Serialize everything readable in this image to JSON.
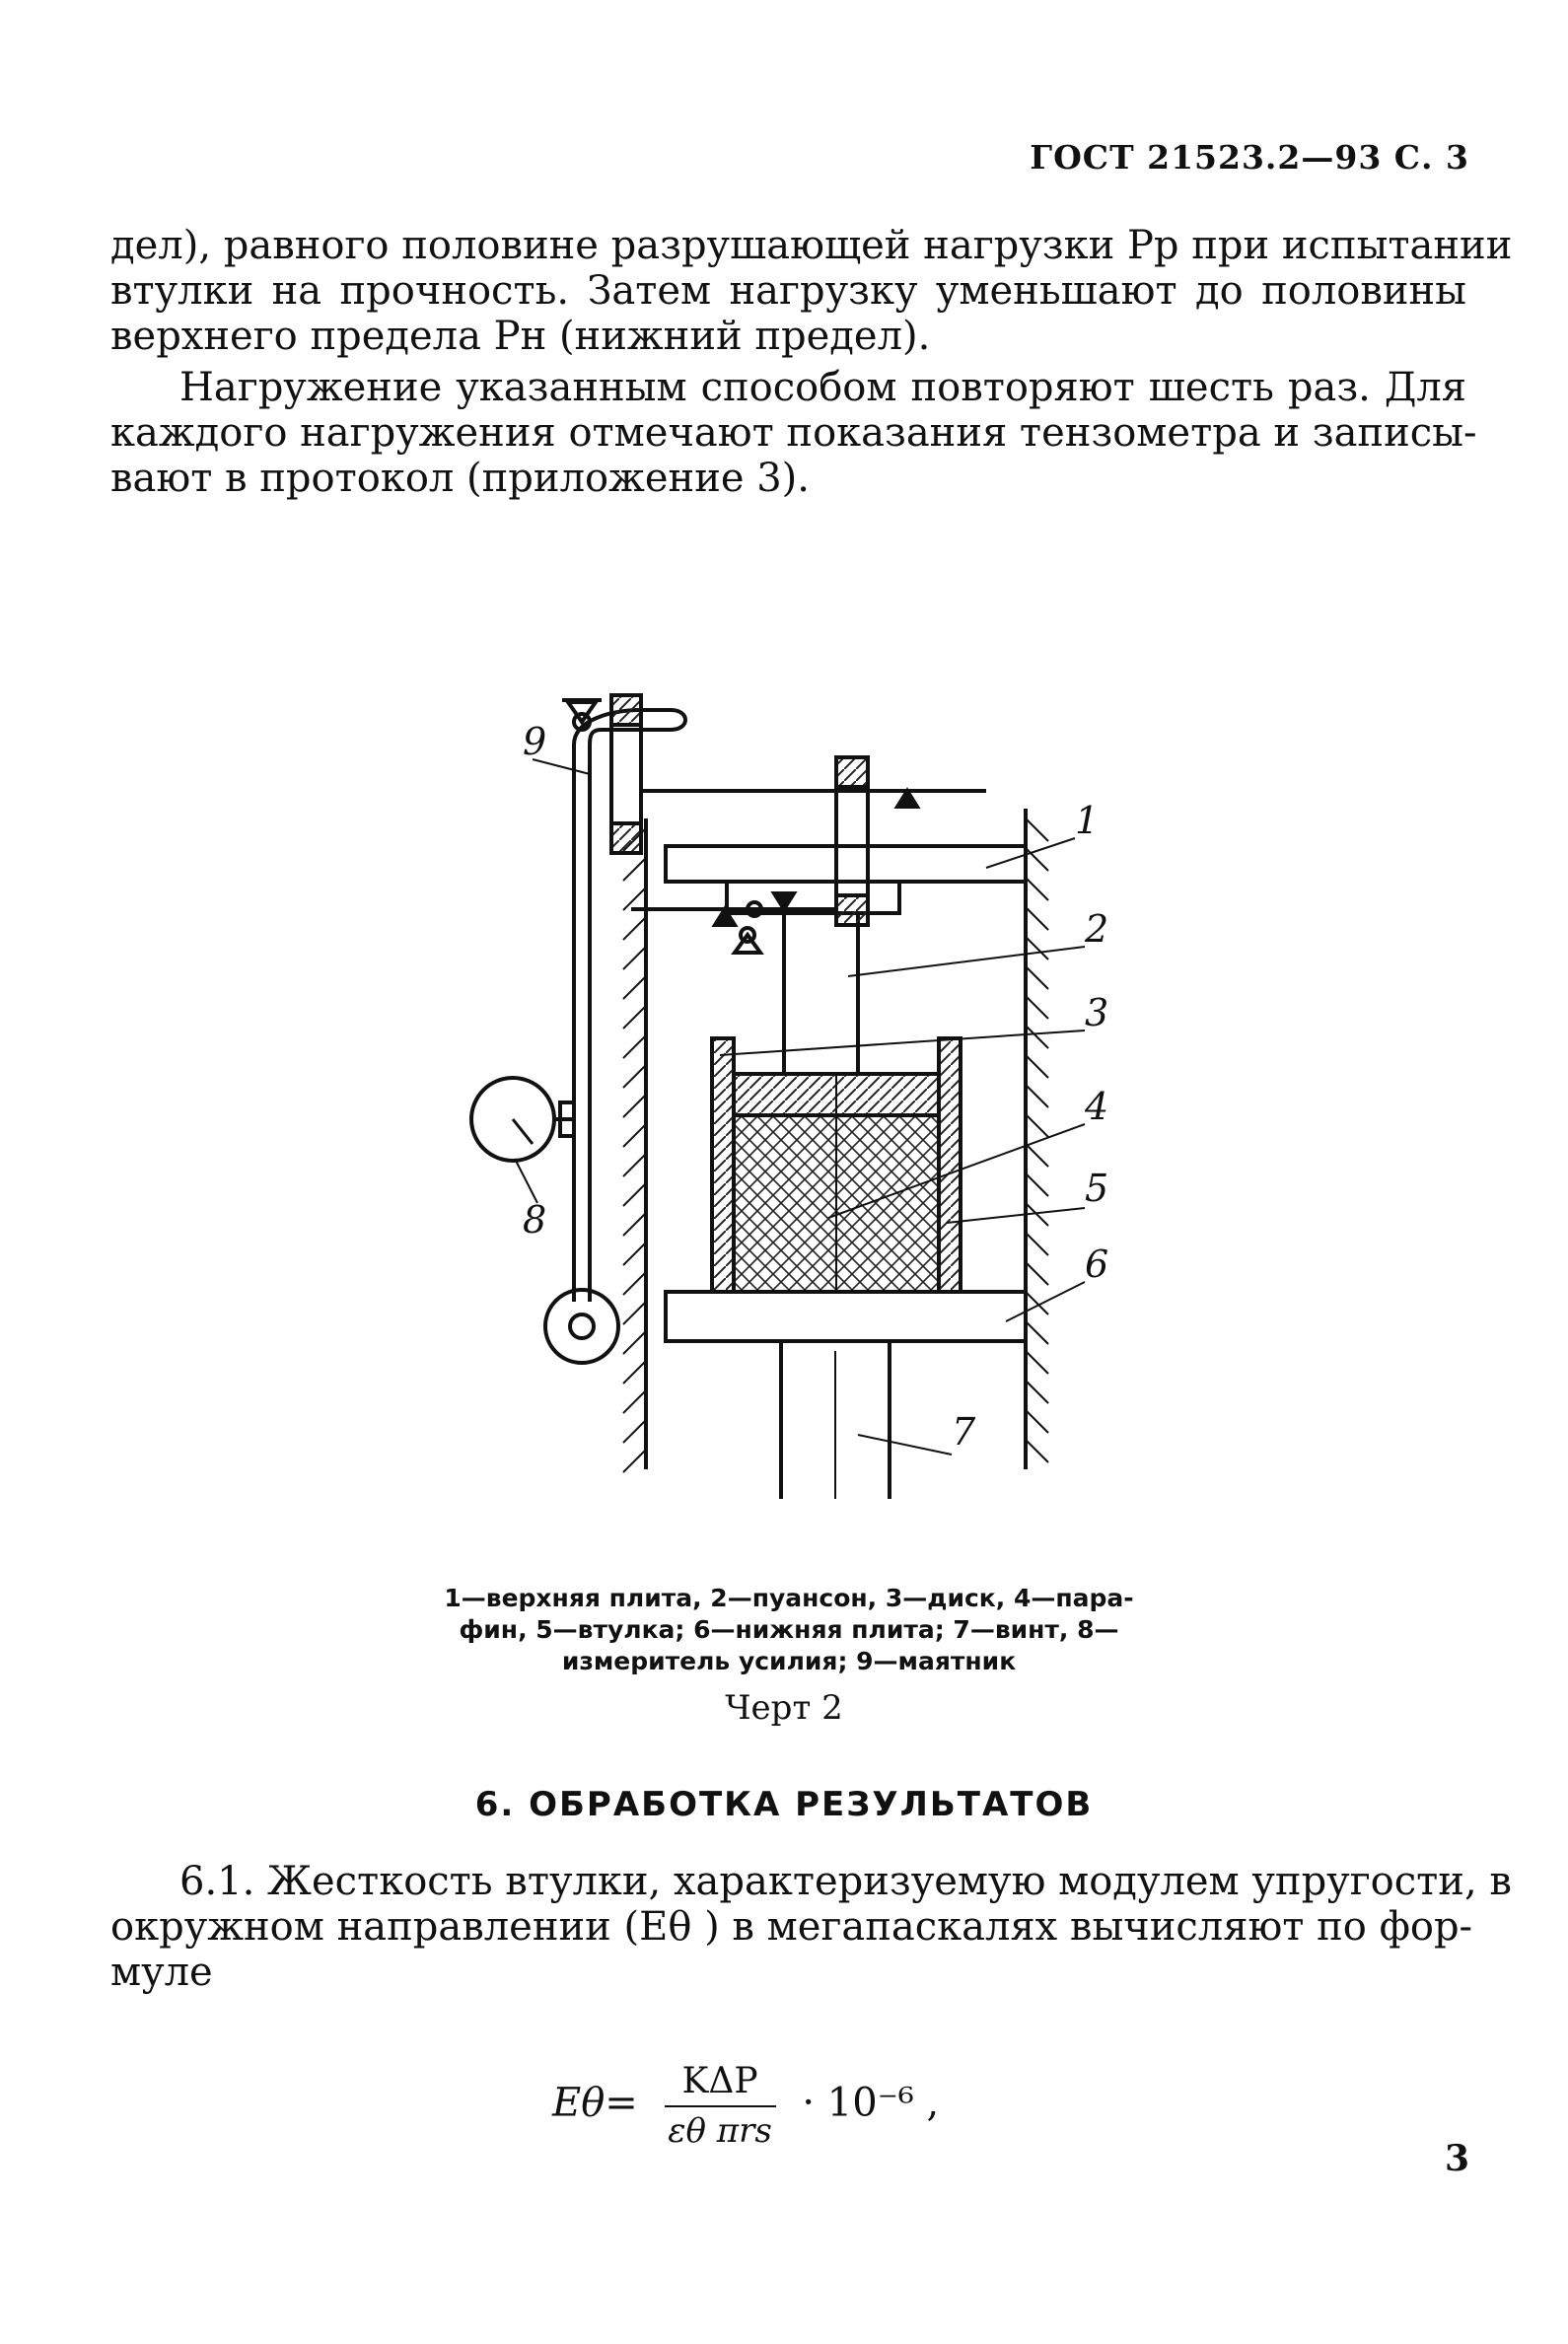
{
  "header": "ГОСТ 21523.2—93 С. 3",
  "paragraph1": [
    "дел), равного половине разрушающей нагрузки Pp при испытании",
    "втулки на прочность. Затем нагрузку уменьшают до половины",
    "верхнего предела Pн (нижний предел)."
  ],
  "paragraph2": [
    "Нагружение указанным способом повторяют шесть раз. Для",
    "каждого нагружения отмечают показания тензометра и записы-",
    "вают в протокол (приложение 3)."
  ],
  "figure": {
    "labels": [
      "1",
      "2",
      "3",
      "4",
      "5",
      "6",
      "7",
      "8",
      "9"
    ]
  },
  "caption": "1—верхняя плита, 2—пуансон, 3—диск, 4—пара-фин, 5—втулка; 6—нижняя плита; 7—винт, 8—измеритель усилия; 9—маятник",
  "figure_label": "Черт 2",
  "section_title": "6. ОБРАБОТКА РЕЗУЛЬТАТОВ",
  "paragraph3": [
    "6.1. Жесткость втулки, характеризуемую модулем упругости, в",
    "окружном направлении (Eθ ) в мегапаскалях вычисляют по фор-",
    "муле"
  ],
  "formula": {
    "lhs": "Eθ=",
    "numerator": "KΔP",
    "denominator": "εθ πrs",
    "rest": "· 10⁻⁶ ,"
  },
  "page_number": "3"
}
